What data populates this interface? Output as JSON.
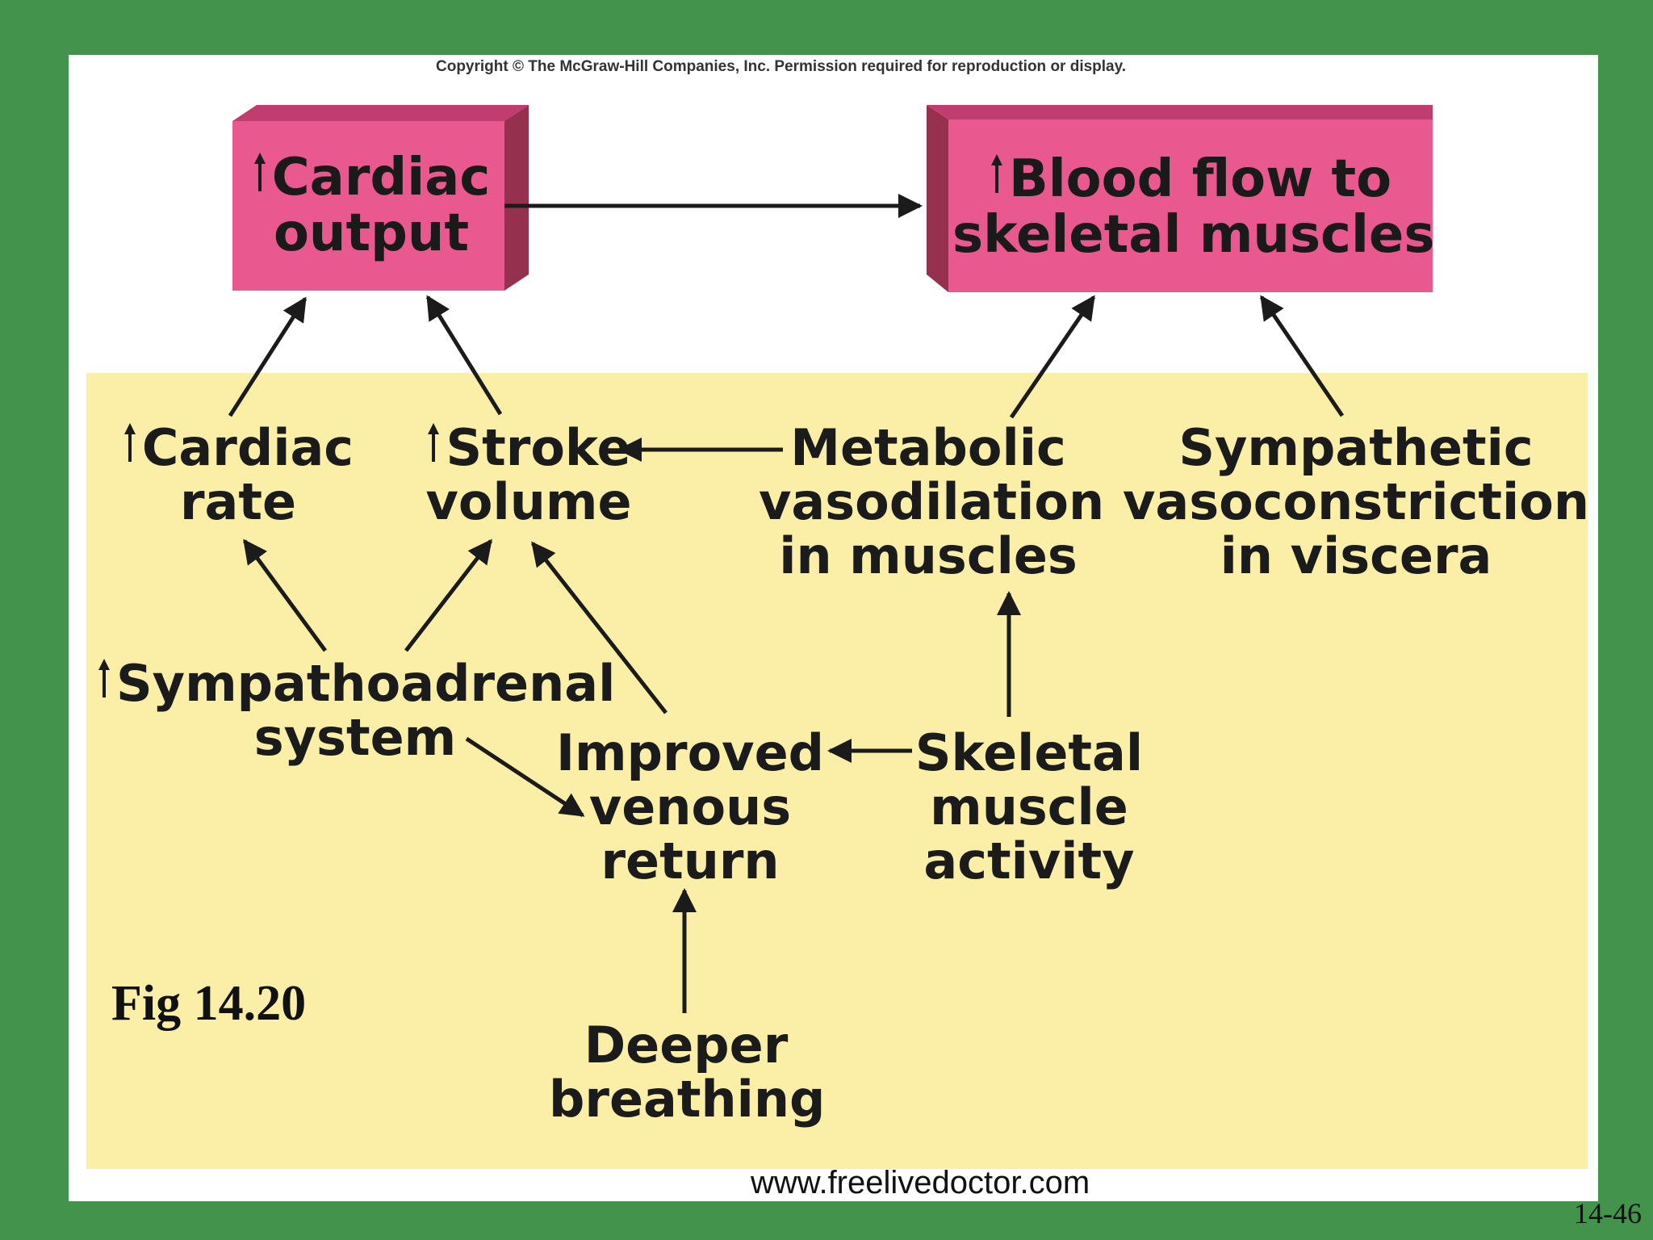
{
  "copyright": "Copyright © The McGraw-Hill Companies, Inc. Permission required for reproduction or display.",
  "colors": {
    "background": "#43934d",
    "panel": "#ffffff",
    "yellow_area": "#fbeea7",
    "box_front": "#e9588e",
    "box_top": "#c03d6f",
    "box_side": "#96304f",
    "arrow": "#1b1b1b"
  },
  "boxes": {
    "cardiac_output": [
      "Cardiac",
      "output"
    ],
    "blood_flow": [
      "Blood flow to",
      "skeletal muscles"
    ]
  },
  "nodes": {
    "cardiac_rate": [
      "Cardiac",
      "rate"
    ],
    "stroke_volume": [
      "Stroke",
      "volume"
    ],
    "metabolic_vasodilation": [
      "Metabolic",
      "vasodilation",
      "in muscles"
    ],
    "sympathetic_vasoconstriction": [
      "Sympathetic",
      "vasoconstriction",
      "in viscera"
    ],
    "sympathoadrenal": [
      "Sympathoadrenal",
      "system"
    ],
    "venous_return": [
      "Improved",
      "venous",
      "return"
    ],
    "skeletal_activity": [
      "Skeletal",
      "muscle",
      "activity"
    ],
    "deeper_breathing": [
      "Deeper",
      "breathing"
    ]
  },
  "figure_label": "Fig 14.20",
  "website": "www.freelivedoctor.com",
  "slide_number": "14-46",
  "icons": {
    "increase_marker": "up-arrow-icon"
  }
}
